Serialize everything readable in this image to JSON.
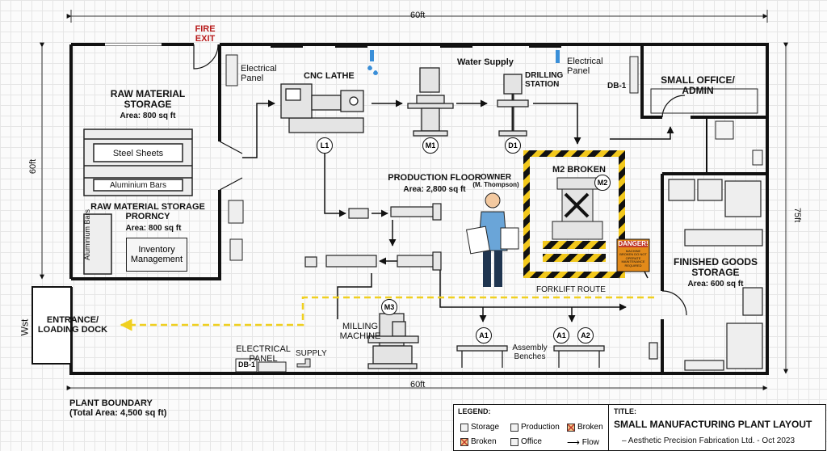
{
  "dimensions": {
    "top": "60ft",
    "bottom": "60ft",
    "left": "60ft",
    "right": "75ft",
    "entrance_side": "Wst"
  },
  "rooms": {
    "raw_storage": {
      "title_line1": "RAW MATERIAL",
      "title_line2": "STORAGE",
      "area": "Area: 800 sq ft"
    },
    "raw_storage_2": {
      "title_line1": "RAW MATERIAL STORAGE",
      "title_line2": "PRORNCY",
      "area": "Area: 800 sq ft"
    },
    "production": {
      "title": "PRODUCTION FLOOR",
      "area": "Area: 2,800 sq ft"
    },
    "office": {
      "title_line1": "SMALL OFFICE/",
      "title_line2": "ADMIN"
    },
    "finished": {
      "title_line1": "FINISHED GOODS",
      "title_line2": "STORAGE",
      "area": "Area: 600 sq ft"
    },
    "entrance": {
      "line1": "ENTRANCE/",
      "line2": "LOADING DOCK"
    }
  },
  "racks": {
    "steel": "Steel  Sheets",
    "aluminium": "Aluminium Bars",
    "aluminium_vertical": "Aluminium Bars",
    "inventory_line1": "Inventory",
    "inventory_line2": "Management"
  },
  "labels": {
    "fire_exit_line1": "FIRE",
    "fire_exit_line2": "EXIT",
    "electrical_panel_1_line1": "Electrical",
    "electrical_panel_1_line2": "Panel",
    "cnc_lathe": "CNC LATHE",
    "water_supply": "Water Supply",
    "drilling_line1": "DRILLING",
    "drilling_line2": "STATION",
    "electrical_panel_2_line1": "Electrical",
    "electrical_panel_2_line2": "Panel",
    "db1_top": "DB-1",
    "m2_broken": "M2 BROKEN",
    "owner_line1": "OWNER",
    "owner_line2": "(M. Thompson)",
    "forklift": "FORKLIFT ROUTE",
    "milling_line1": "MILLING",
    "milling_line2": "MACHINE",
    "electrical_panel_bottom_line1": "ELECTRICAL",
    "electrical_panel_bottom_line2": "PANEL",
    "db1_bottom": "DB-1",
    "supply": "SUPPLY",
    "assembly_line1": "Assembly",
    "assembly_line2": "Benches",
    "danger": "DANGER!",
    "danger_text": "MACHINE BROKEN DO NOT OPERATE MAINTENANCE REQUIRED"
  },
  "badges": {
    "l1": "L1",
    "m1": "M1",
    "d1": "D1",
    "m2": "M2",
    "m3": "M3",
    "a1_left": "A1",
    "a1_right": "A1",
    "a2": "A2"
  },
  "boundary": {
    "line1": "PLANT BOUNDARY",
    "line2": "(Total Area: 4,500 sq ft)"
  },
  "legend": {
    "title": "LEGEND:",
    "items": [
      {
        "label": "Storage",
        "color": "#f2f2f2"
      },
      {
        "label": "Production",
        "color": "#f2f2f2"
      },
      {
        "label": "Broken",
        "color": "#f6c98a"
      },
      {
        "label": "Broken",
        "color": "#f6c98a"
      },
      {
        "label": "Office",
        "color": "#f2f2f2"
      },
      {
        "label": "Flow",
        "color": "#111111"
      }
    ]
  },
  "title_block": {
    "heading": "TITLE:",
    "title": "SMALL MANUFACTURING PLANT LAYOUT",
    "subtitle": "– Aesthetic Precision Fabrication Ltd. - Oct 2023"
  },
  "colors": {
    "hazard_yellow": "#f2c81c",
    "forklift_route": "#f0d020",
    "fire_exit": "#b81c1c",
    "danger_sign": "#e28a1a",
    "wall": "#111111"
  }
}
